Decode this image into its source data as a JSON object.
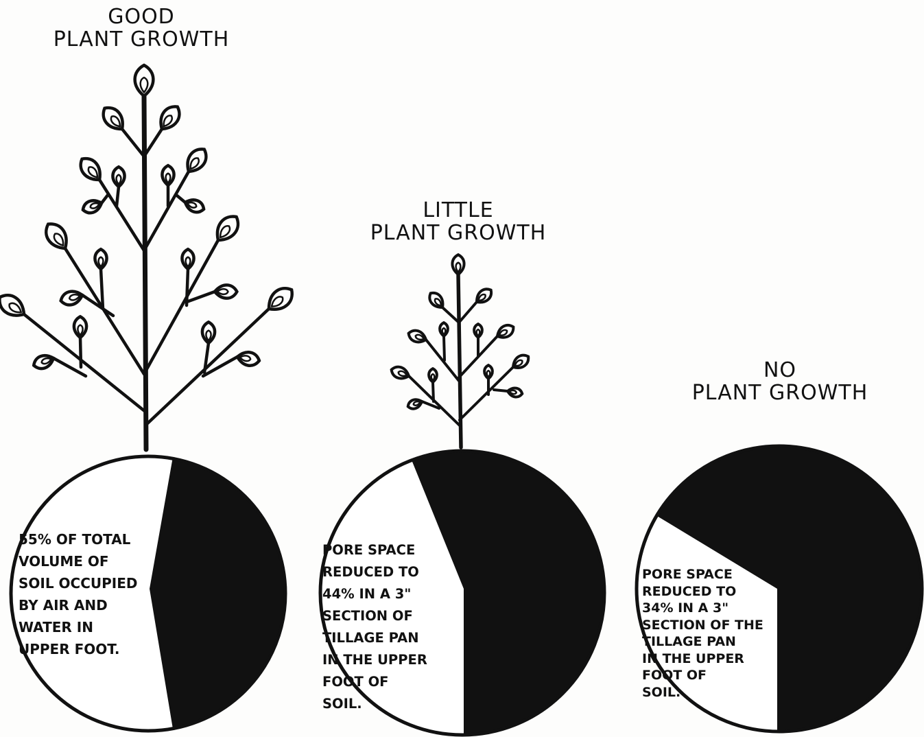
{
  "chart_data": [
    {
      "type": "pie",
      "title": "GOOD\nPLANT GROWTH",
      "text": "55% OF TOTAL\nVOLUME OF\nSOIL OCCUPIED\nBY AIR AND\nWATER IN\nUPPER FOOT.",
      "values": [
        55,
        45
      ],
      "colors": [
        "#ffffff",
        "#111111"
      ]
    },
    {
      "type": "pie",
      "title": "LITTLE\nPLANT GROWTH",
      "text": "PORE SPACE\nREDUCED TO\n44% IN A 3\"\nSECTION OF\nTILLAGE PAN\nIN THE UPPER\nFOOT OF\nSOIL.",
      "values": [
        44,
        56
      ],
      "colors": [
        "#ffffff",
        "#111111"
      ]
    },
    {
      "type": "pie",
      "title": "NO\nPLANT GROWTH",
      "text": "PORE SPACE\nREDUCED TO\n34% IN A 3\"\nSECTION OF THE\nTILLAGE PAN\nIN THE UPPER\nFOOT OF\nSOIL.",
      "values": [
        34,
        66
      ],
      "colors": [
        "#ffffff",
        "#111111"
      ]
    }
  ]
}
